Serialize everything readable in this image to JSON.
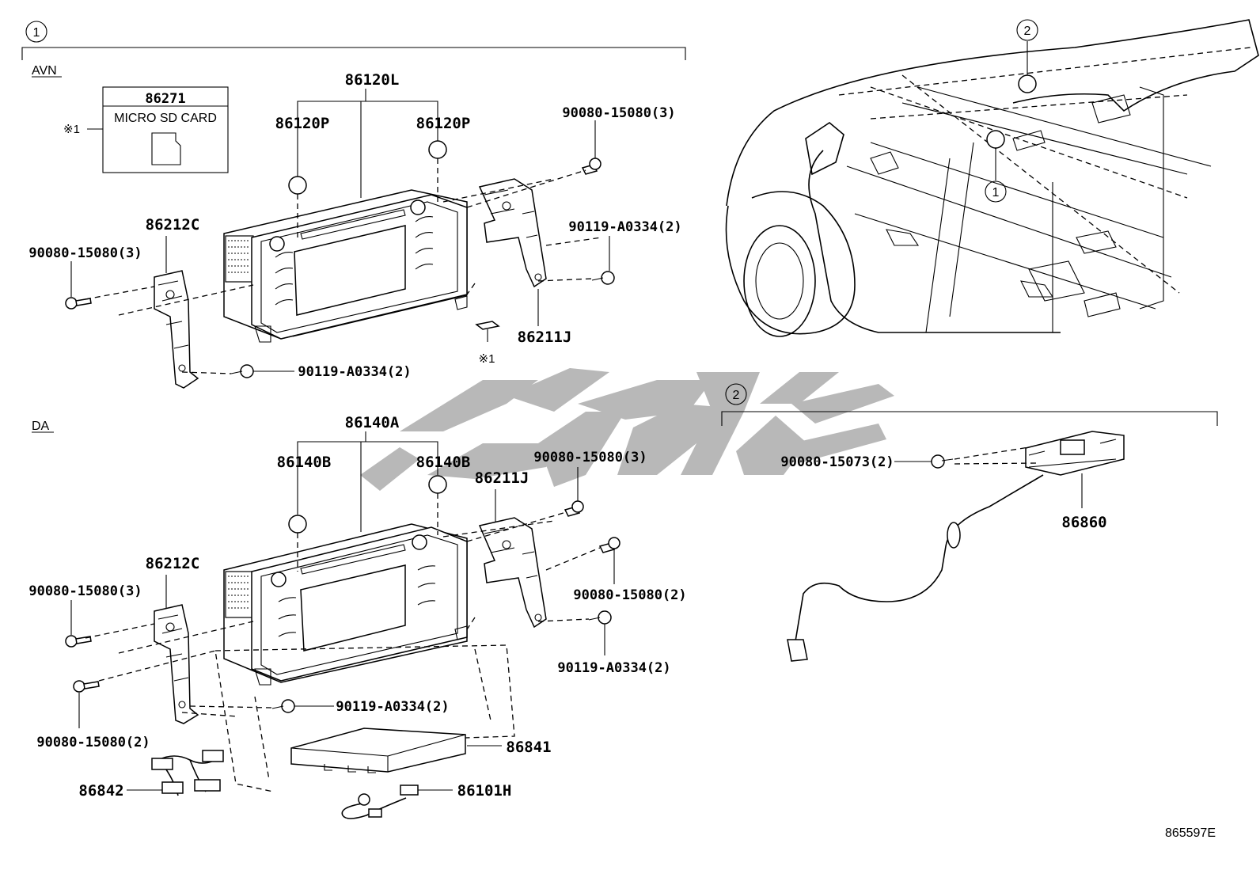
{
  "sections": {
    "section1_marker": "1",
    "section2_marker": "2",
    "avn_label": "AVN",
    "da_label": "DA"
  },
  "avn": {
    "micro_sd_part": "86271",
    "micro_sd_name": "MICRO SD CARD",
    "micro_sd_ref": "※1",
    "note_ref": "※1",
    "unit": "86120L",
    "knob_left": "86120P",
    "knob_right": "86120P",
    "bracket_left": "86212C",
    "bracket_right": "86211J",
    "bolt_top_right": "90080-15080(3)",
    "bolt_left": "90080-15080(3)",
    "screw_right": "90119-A0334(2)",
    "screw_bottom": "90119-A0334(2)"
  },
  "da": {
    "unit": "86140A",
    "knob_left": "86140B",
    "knob_right": "86140B",
    "bracket_left": "86212C",
    "bracket_right": "86211J",
    "bolt_top_right": "90080-15080(3)",
    "bolt_right": "90080-15080(2)",
    "bolt_left": "90080-15080(3)",
    "bolt_lower_left": "90080-15080(2)",
    "screw_right": "90119-A0334(2)",
    "screw_bottom": "90119-A0334(2)",
    "module": "86841",
    "harness": "86842",
    "cable": "86101H"
  },
  "camera": {
    "unit": "86860",
    "bolt": "90080-15073(2)"
  },
  "vehicle_view": {
    "marker_top": "2",
    "marker_center": "1"
  },
  "figure_id": "865597E"
}
